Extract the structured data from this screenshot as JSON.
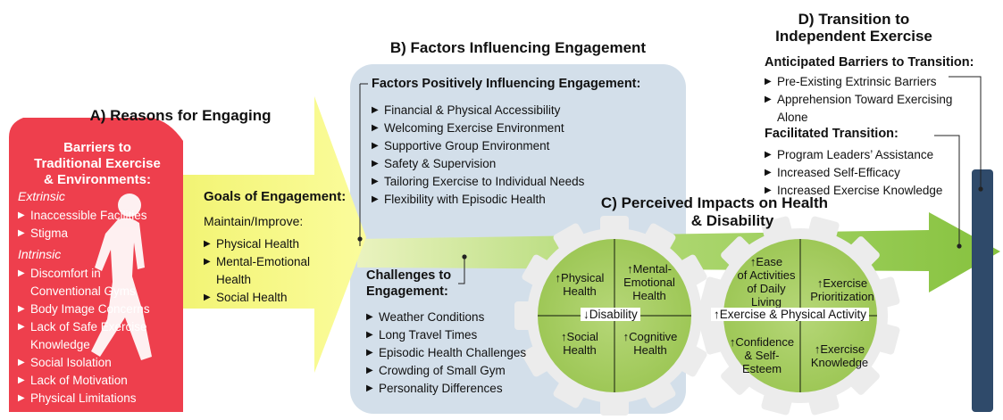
{
  "sectionA": {
    "title": "A) Reasons for Engaging",
    "barriers": {
      "title_lines": [
        "Barriers to",
        "Traditional Exercise",
        "& Environments:"
      ],
      "extrinsic_label": "Extrinsic",
      "extrinsic": [
        "Inaccessible Facilities",
        "Stigma"
      ],
      "intrinsic_label": "Intrinsic",
      "intrinsic": [
        "Discomfort in",
        "Conventional Gyms",
        "Body Image Concerns",
        "Lack of Safe Exercise",
        "Knowledge",
        "Social Isolation",
        "Lack of Motivation",
        "Physical Limitations"
      ]
    },
    "goals": {
      "title": "Goals of Engagement:",
      "subtitle": "Maintain/Improve:",
      "items": [
        "Physical Health",
        "Mental-Emotional",
        "Health",
        "Social Health"
      ]
    }
  },
  "sectionB": {
    "title": "B) Factors Influencing Engagement",
    "positive": {
      "title": "Factors Positively Influencing Engagement:",
      "items": [
        "Financial & Physical Accessibility",
        "Welcoming Exercise Environment",
        "Supportive Group Environment",
        "Safety & Supervision",
        "Tailoring Exercise to Individual Needs",
        "Flexibility with Episodic Health"
      ]
    },
    "challenges": {
      "title_lines": [
        "Challenges to",
        "Engagement:"
      ],
      "items": [
        "Weather Conditions",
        "Long Travel Times",
        "Episodic Health Challenges",
        "Crowding of Small Gym",
        "Personality Differences"
      ]
    }
  },
  "sectionC": {
    "title_lines": [
      "C) Perceived Impacts on Health",
      "& Disability"
    ],
    "gear1": {
      "q1": [
        "↑Physical",
        "Health"
      ],
      "q2": [
        "↑Mental-",
        "Emotional",
        "Health"
      ],
      "q3": [
        "↑Social",
        "Health"
      ],
      "q4": [
        "↑Cognitive",
        "Health"
      ],
      "center": "↓Disability"
    },
    "gear2": {
      "q1": [
        "↑Ease",
        "of Activities",
        "of Daily",
        "Living"
      ],
      "q2": [
        "↑Exercise",
        "Prioritization"
      ],
      "q3": [
        "↑Confidence",
        "&  Self-",
        "Esteem"
      ],
      "q4": [
        "↑Exercise",
        "Knowledge"
      ],
      "center": "↑Exercise & Physical Activity"
    }
  },
  "sectionD": {
    "title_lines": [
      "D) Transition to",
      "Independent Exercise"
    ],
    "barriers": {
      "title": "Anticipated Barriers to Transition:",
      "items": [
        "Pre-Existing Extrinsic Barriers",
        "Apprehension Toward Exercising",
        "Alone"
      ]
    },
    "facilitated": {
      "title": "Facilitated Transition:",
      "items": [
        "Program Leaders’ Assistance",
        "Increased Self-Efficacy",
        "Increased Exercise Knowledge"
      ]
    }
  },
  "bullet_glyph": "▶",
  "colors": {
    "red": "#ee3f4d",
    "yellow": "#f6f781",
    "green_arrow": "#8cc43c",
    "blue_box": "#d2dfea",
    "gear_fill": "#a9cd64",
    "gear_outline": "#eaeaea",
    "pole": "#2e4a6b"
  }
}
